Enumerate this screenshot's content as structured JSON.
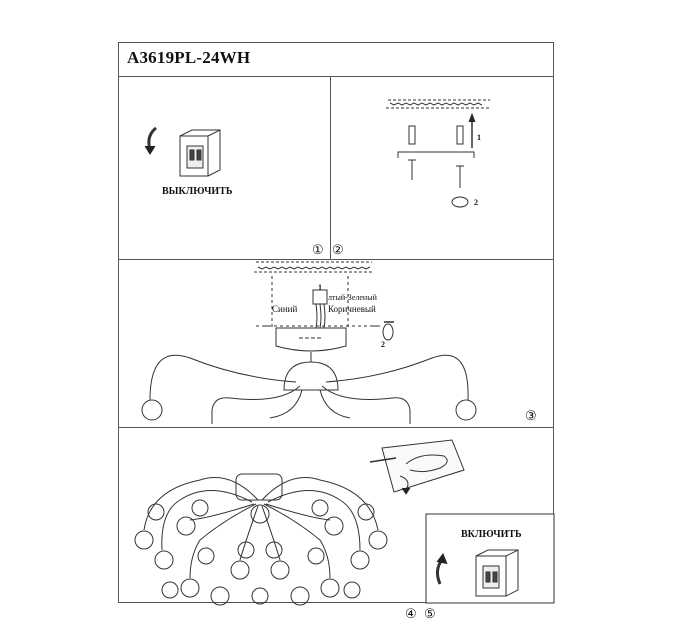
{
  "document": {
    "title": "A3619PL-24WH"
  },
  "steps": {
    "power_off_label": "ВЫКЛЮЧИТЬ",
    "power_on_label": "ВКЛЮЧИТЬ",
    "arrow_1": "1",
    "arrow_2": "2",
    "wire_num": "1",
    "rotate_num": "2",
    "circle_1": "①",
    "circle_2": "②",
    "circle_3": "③",
    "circle_4": "④",
    "circle_5": "⑤"
  },
  "wires": {
    "blue": "Синий",
    "yellow_green": "лтый-Зеленый",
    "brown": "Коричневый"
  }
}
